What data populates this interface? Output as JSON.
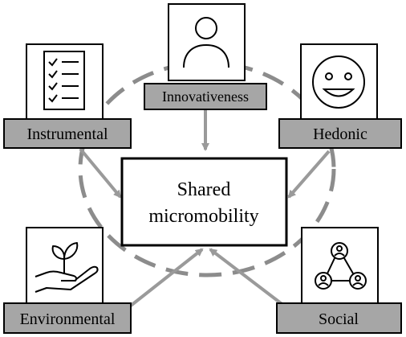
{
  "center": {
    "label_line1": "Shared",
    "label_line2": "micromobility"
  },
  "factors": {
    "innovativeness": "Innovativeness",
    "instrumental": "Instrumental",
    "hedonic": "Hedonic",
    "environmental": "Environmental",
    "social": "Social"
  },
  "icons": {
    "innovativeness": "person-icon",
    "instrumental": "checklist-icon",
    "hedonic": "smiley-icon",
    "environmental": "plant-in-hand-icon",
    "social": "network-people-icon"
  },
  "colors": {
    "label_fill": "#a6a6a6",
    "arrow": "#9a9a9a",
    "dashed_circle": "#8c8c8c",
    "border": "#000000"
  }
}
